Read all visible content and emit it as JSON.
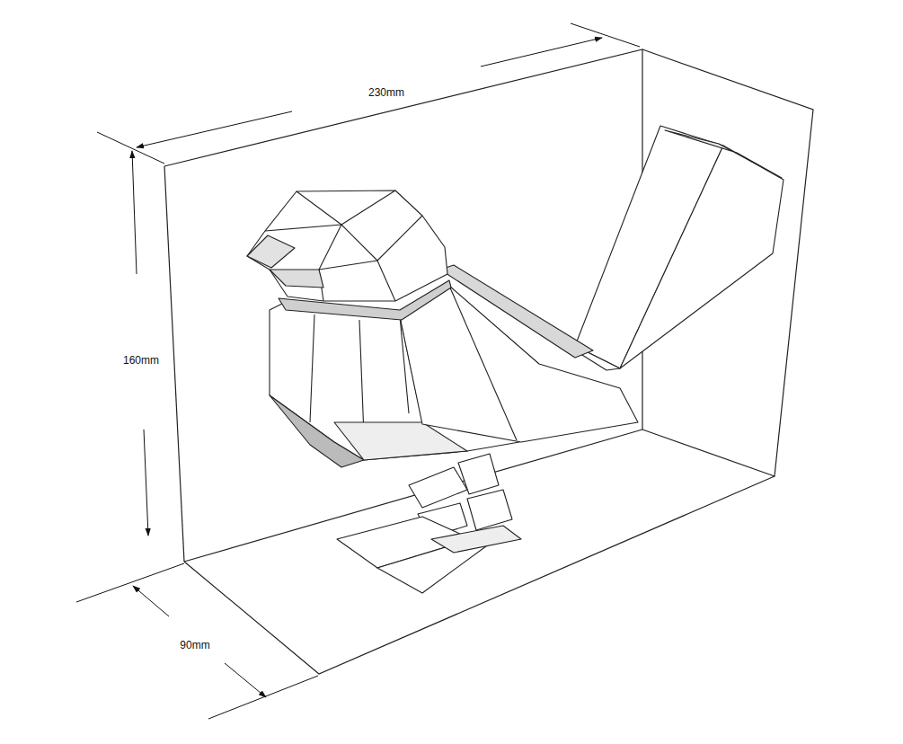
{
  "diagram": {
    "labels": [
      "230mm",
      "160mm",
      "90mm"
    ]
  }
}
